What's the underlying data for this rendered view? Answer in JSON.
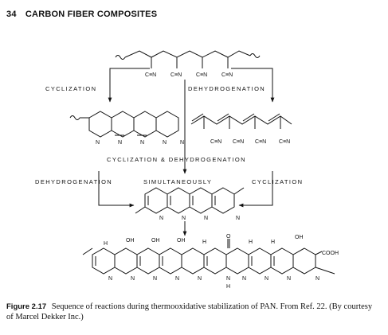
{
  "header": {
    "page_number": "34",
    "running_title": "CARBON FIBER COMPOSITES"
  },
  "labels": {
    "cyclization_left": "CYCLIZATION",
    "dehydrogenation_right": "DEHYDROGENATION",
    "simultaneous_line": "CYCLIZATION & DEHYDROGENATION",
    "dehydrogenation_left": "DEHYDROGENATION",
    "simultaneously": "SIMULTANEOUSLY",
    "cyclization_right": "CYCLIZATION"
  },
  "atoms": {
    "nitrile": "C≡N",
    "n": "N",
    "h": "H",
    "oh": "OH",
    "o": "O",
    "cooh": "COOH"
  },
  "caption": {
    "figure_number": "Figure 2.17",
    "text": "Sequence of reactions during thermooxidative stabilization of PAN. From Ref. 22. (By courtesy of Marcel Dekker Inc.)"
  }
}
